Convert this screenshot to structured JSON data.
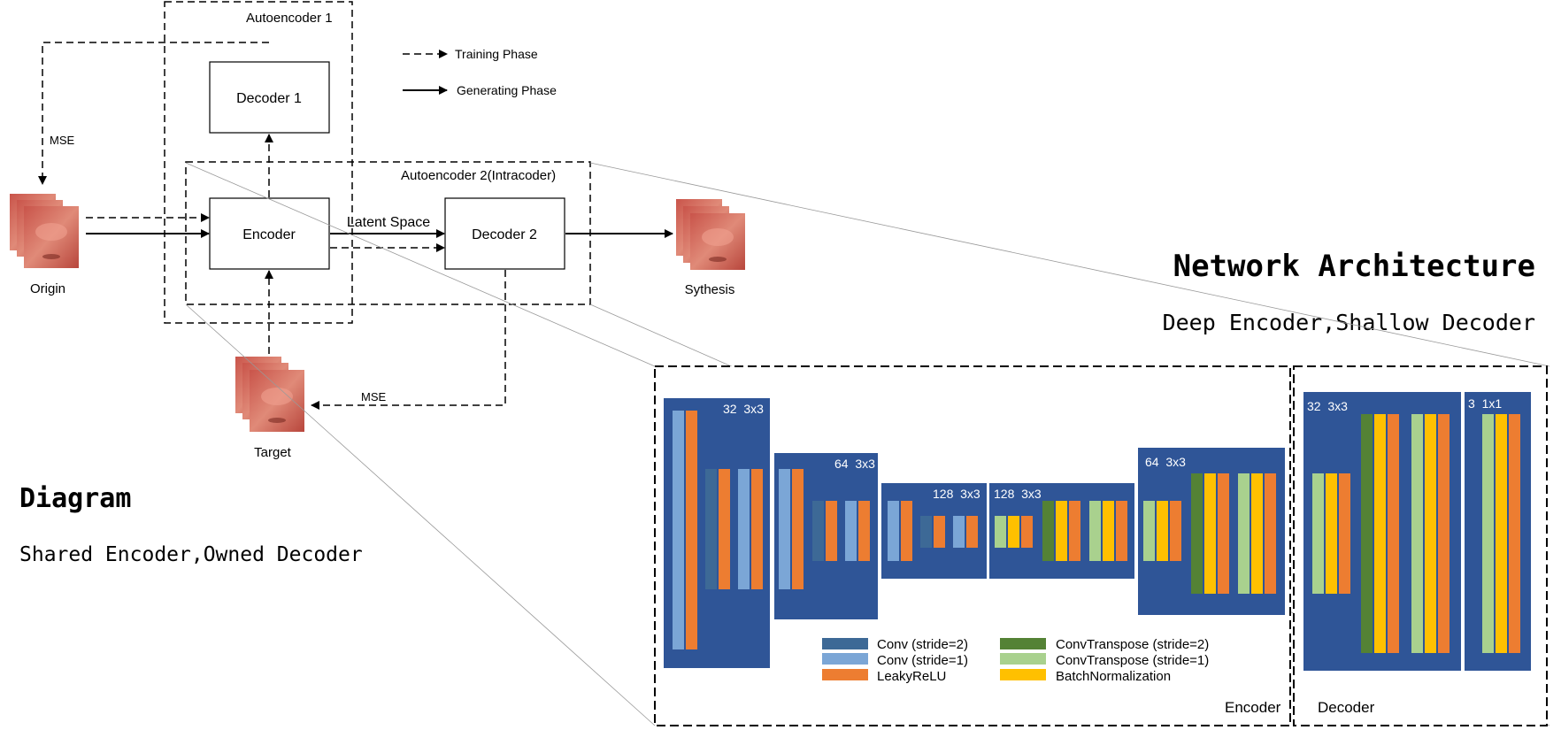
{
  "autoencoder1_label": "Autoencoder 1",
  "autoencoder2_label": "Autoencoder 2(Intracoder)",
  "decoder1_label": "Decoder 1",
  "encoder_label": "Encoder",
  "decoder2_label": "Decoder 2",
  "latent_space_label": "Latent Space",
  "mse_label_top": "MSE",
  "mse_label_bottom": "MSE",
  "origin_label": "Origin",
  "target_label": "Target",
  "synthesis_label": "Sythesis",
  "legend_training": "Training Phase",
  "legend_generating": "Generating Phase",
  "diagram_title": "Diagram",
  "diagram_subtitle": "Shared Encoder,Owned Decoder",
  "network_title": "Network Architecture",
  "network_subtitle": "Deep Encoder,Shallow Decoder",
  "encoder_box_label": "Encoder",
  "decoder_box_label": "Decoder",
  "blocks": {
    "enc1": "32  3x3",
    "enc2": "64  3x3",
    "enc3": "128  3x3",
    "enc4": "128  3x3",
    "enc5": "64  3x3",
    "dec1": "32  3x3",
    "dec2": "3  1x1"
  },
  "legend": {
    "conv_s2": "Conv (stride=2)",
    "conv_s1": "Conv (stride=1)",
    "leaky": "LeakyReLU",
    "convT_s2": "ConvTranspose (stride=2)",
    "convT_s1": "ConvTranspose (stride=1)",
    "bn": "BatchNormalization"
  },
  "colors": {
    "block_bg": "#2f5597",
    "conv_s2": "#3d6996",
    "conv_s1": "#7ba6d6",
    "leaky": "#ed7d31",
    "convT_s2": "#548235",
    "convT_s1": "#a9d18e",
    "bn": "#ffc000",
    "face": "#d87060"
  }
}
